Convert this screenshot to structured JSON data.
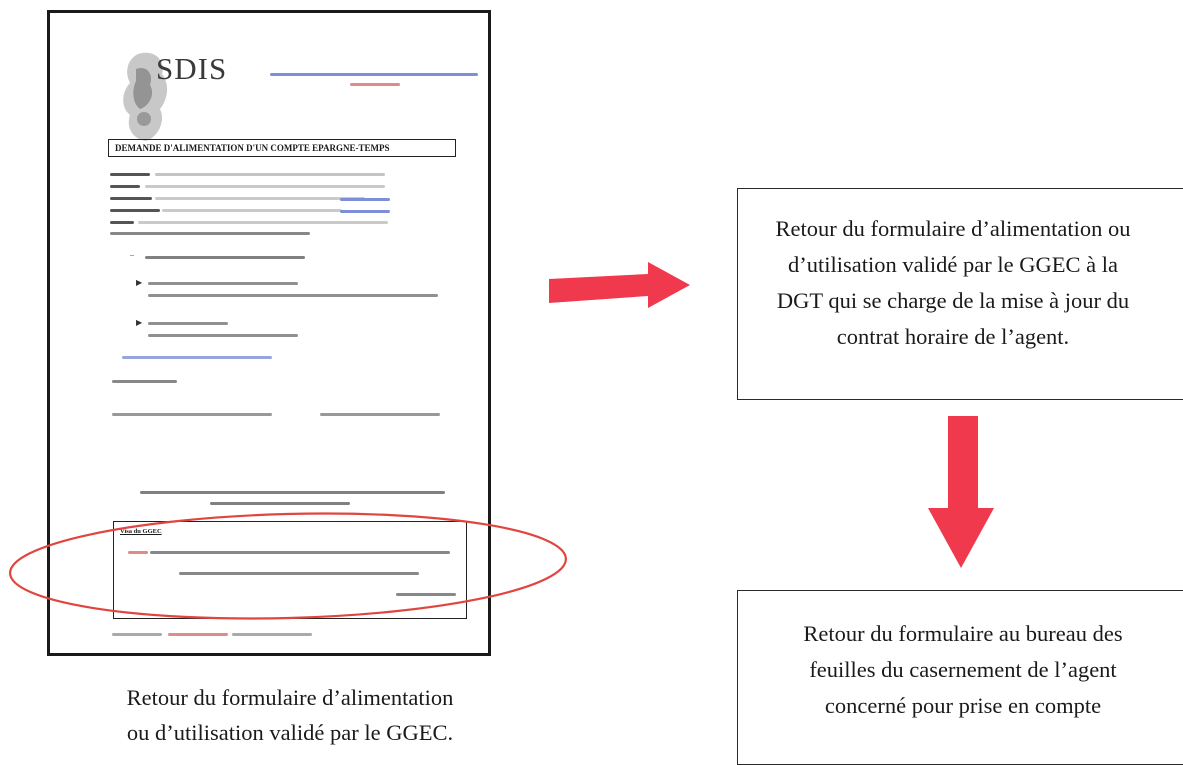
{
  "form_thumbnail": {
    "logo_text": "SDIS",
    "title": "DEMANDE D'ALIMENTATION D'UN COMPTE EPARGNE-TEMPS",
    "ggec_label": "Visa du GGEC"
  },
  "left_caption": {
    "line1": "Retour du formulaire d’alimentation",
    "line2": "ou d’utilisation validé par le GGEC."
  },
  "box_top": {
    "lines": [
      "Retour du formulaire d’alimentation ou",
      "d’utilisation validé par le GGEC à la",
      "DGT qui se charge de la mise à jour du",
      "contrat horaire de l’agent."
    ]
  },
  "box_bottom": {
    "lines": [
      "Retour du formulaire au bureau des",
      "feuilles du casernement de l’agent",
      "concerné pour prise en compte"
    ]
  },
  "colors": {
    "arrow": "#f0394c",
    "ellipse": "#e0453f",
    "border": "#2a2a2a"
  }
}
